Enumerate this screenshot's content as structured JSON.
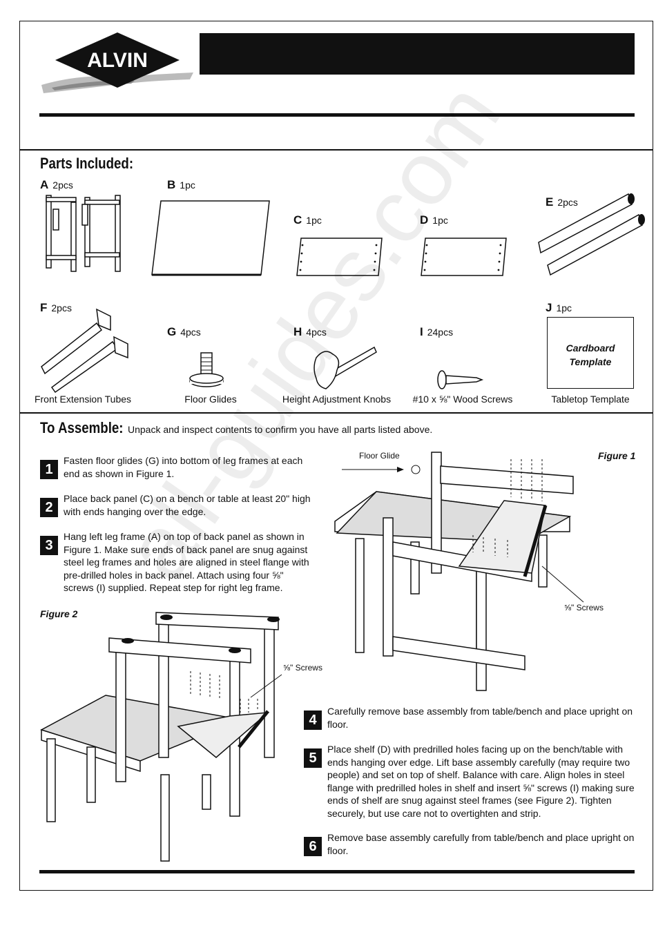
{
  "brand": {
    "name": "ALVIN"
  },
  "parts": {
    "heading": "Parts Included:",
    "items": [
      {
        "letter": "A",
        "qty": "2pcs",
        "caption": ""
      },
      {
        "letter": "B",
        "qty": "1pc",
        "caption": ""
      },
      {
        "letter": "C",
        "qty": "1pc",
        "caption": ""
      },
      {
        "letter": "D",
        "qty": "1pc",
        "caption": ""
      },
      {
        "letter": "E",
        "qty": "2pcs",
        "caption": ""
      },
      {
        "letter": "F",
        "qty": "2pcs",
        "caption": "Front Extension Tubes"
      },
      {
        "letter": "G",
        "qty": "4pcs",
        "caption": "Floor Glides"
      },
      {
        "letter": "H",
        "qty": "4pcs",
        "caption": "Height Adjustment Knobs"
      },
      {
        "letter": "I",
        "qty": "24pcs",
        "caption": "#10 x ⅝\" Wood Screws"
      },
      {
        "letter": "J",
        "qty": "1pc",
        "caption": "Tabletop Template"
      }
    ],
    "template_text": "Cardboard Template"
  },
  "assemble": {
    "heading": "To Assemble:",
    "intro": "Unpack and inspect contents to confirm you have all parts listed above.",
    "steps": [
      {
        "num": "1",
        "text": "Fasten floor glides (G) into bottom of leg frames at each end as shown in Figure 1."
      },
      {
        "num": "2",
        "text": "Place back panel (C) on a bench or table at least 20\" high with ends hanging over the edge."
      },
      {
        "num": "3",
        "text": "Hang left leg frame (A) on top of back panel as shown in Figure 1. Make sure ends of back panel are snug against steel leg frames and holes are aligned in steel flange with pre-drilled holes in back panel. Attach using four ⅝\" screws (I) supplied. Repeat step for right leg frame."
      },
      {
        "num": "4",
        "text": "Carefully remove base assembly from table/bench and place upright on floor."
      },
      {
        "num": "5",
        "text": "Place shelf (D) with predrilled holes facing up on the bench/table with ends hanging over edge. Lift base assembly carefully (may require two people) and set on top of shelf. Balance with care. Align holes in steel flange with predrilled holes in shelf and insert ⅝\" screws (I) making sure ends of shelf are snug against steel frames (see Figure 2). Tighten securely, but use care not to overtighten and strip."
      },
      {
        "num": "6",
        "text": "Remove base assembly carefully from table/bench and place upright on floor."
      }
    ]
  },
  "figures": {
    "fig1": {
      "label": "Figure 1",
      "floor_glide": "Floor Glide",
      "screws": "⅝\" Screws"
    },
    "fig2": {
      "label": "Figure 2",
      "screws": "⅝\" Screws"
    }
  },
  "watermark": "all-guides.com"
}
